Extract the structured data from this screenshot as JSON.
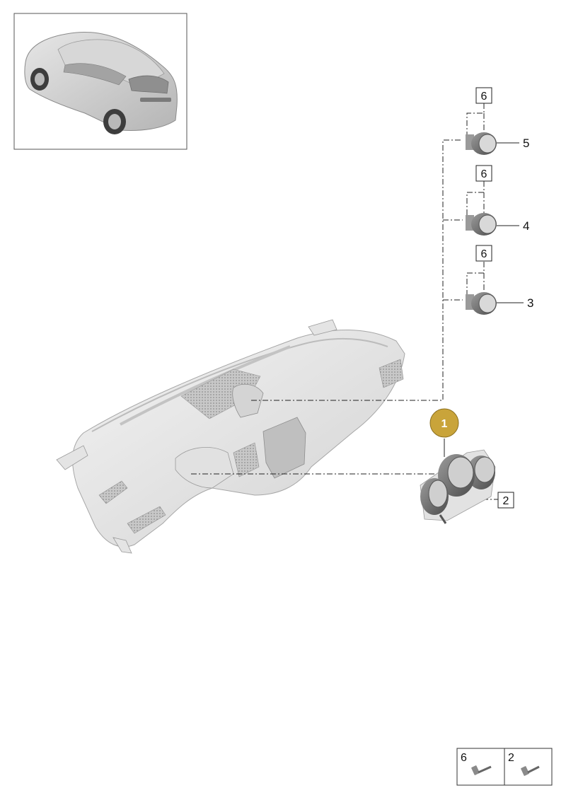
{
  "callouts": {
    "part_1": "1",
    "part_2": "2",
    "part_3": "3",
    "part_4": "4",
    "part_5": "5",
    "part_6_top": "6",
    "part_6_mid": "6",
    "part_6_low": "6"
  },
  "legend": {
    "left_label": "6",
    "right_label": "2"
  },
  "colors": {
    "badge": "#c9a43a",
    "line": "#222222"
  }
}
